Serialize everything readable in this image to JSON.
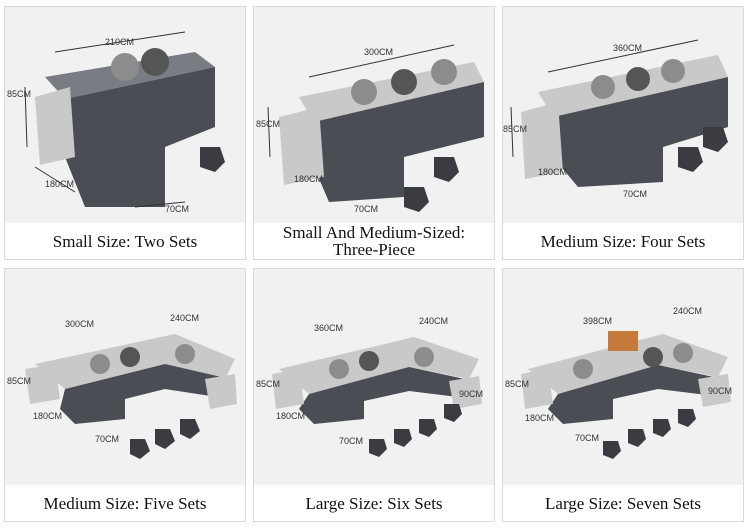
{
  "products": [
    {
      "caption": "Small Size: Two Sets",
      "dims": [
        "210CM",
        "85CM",
        "180CM",
        "70CM"
      ]
    },
    {
      "caption": "Small And Medium-Sized: Three-Piece",
      "dims": [
        "300CM",
        "85CM",
        "180CM",
        "70CM"
      ]
    },
    {
      "caption": "Medium Size: Four Sets",
      "dims": [
        "360CM",
        "85CM",
        "180CM",
        "70CM"
      ]
    },
    {
      "caption": "Medium Size: Five Sets",
      "dims": [
        "300CM",
        "240CM",
        "85CM",
        "180CM",
        "70CM"
      ]
    },
    {
      "caption": "Large Size: Six Sets",
      "dims": [
        "360CM",
        "240CM",
        "85CM",
        "180CM",
        "70CM",
        "90CM"
      ]
    },
    {
      "caption": "Large Size: Seven Sets",
      "dims": [
        "398CM",
        "240CM",
        "85CM",
        "180CM",
        "70CM",
        "90CM"
      ]
    }
  ],
  "colors": {
    "fabric": "#4b4d55",
    "arm": "#c9c9c9",
    "pillow": "#8c8c8c",
    "background": "#f1f1f1"
  }
}
